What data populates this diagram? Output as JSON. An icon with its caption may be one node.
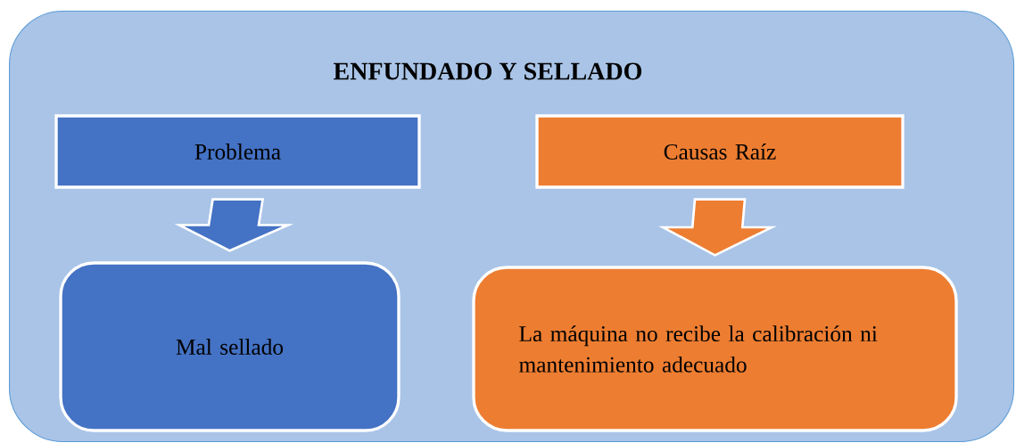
{
  "diagram": {
    "nodes": [
      {
        "text": [
          "ENFUNDADO Y SELLADO"
        ]
      },
      {
        "text": [
          "Problema"
        ],
        "in": 0
      },
      {
        "text": [
          "Causas Raíz"
        ],
        "in": 0
      },
      {
        "text": [
          "Mal sellado"
        ],
        "in": 0
      },
      {
        "text": [
          "La máquina no recibe la calibración ni mantenimiento adecuado"
        ],
        "in": 0
      }
    ],
    "edges": [
      {
        "from": 1,
        "to": 3,
        "arrow": "to",
        "color": "#4472c4"
      },
      {
        "from": 2,
        "to": 4,
        "arrow": "to",
        "color": "#ed7d31"
      }
    ]
  }
}
